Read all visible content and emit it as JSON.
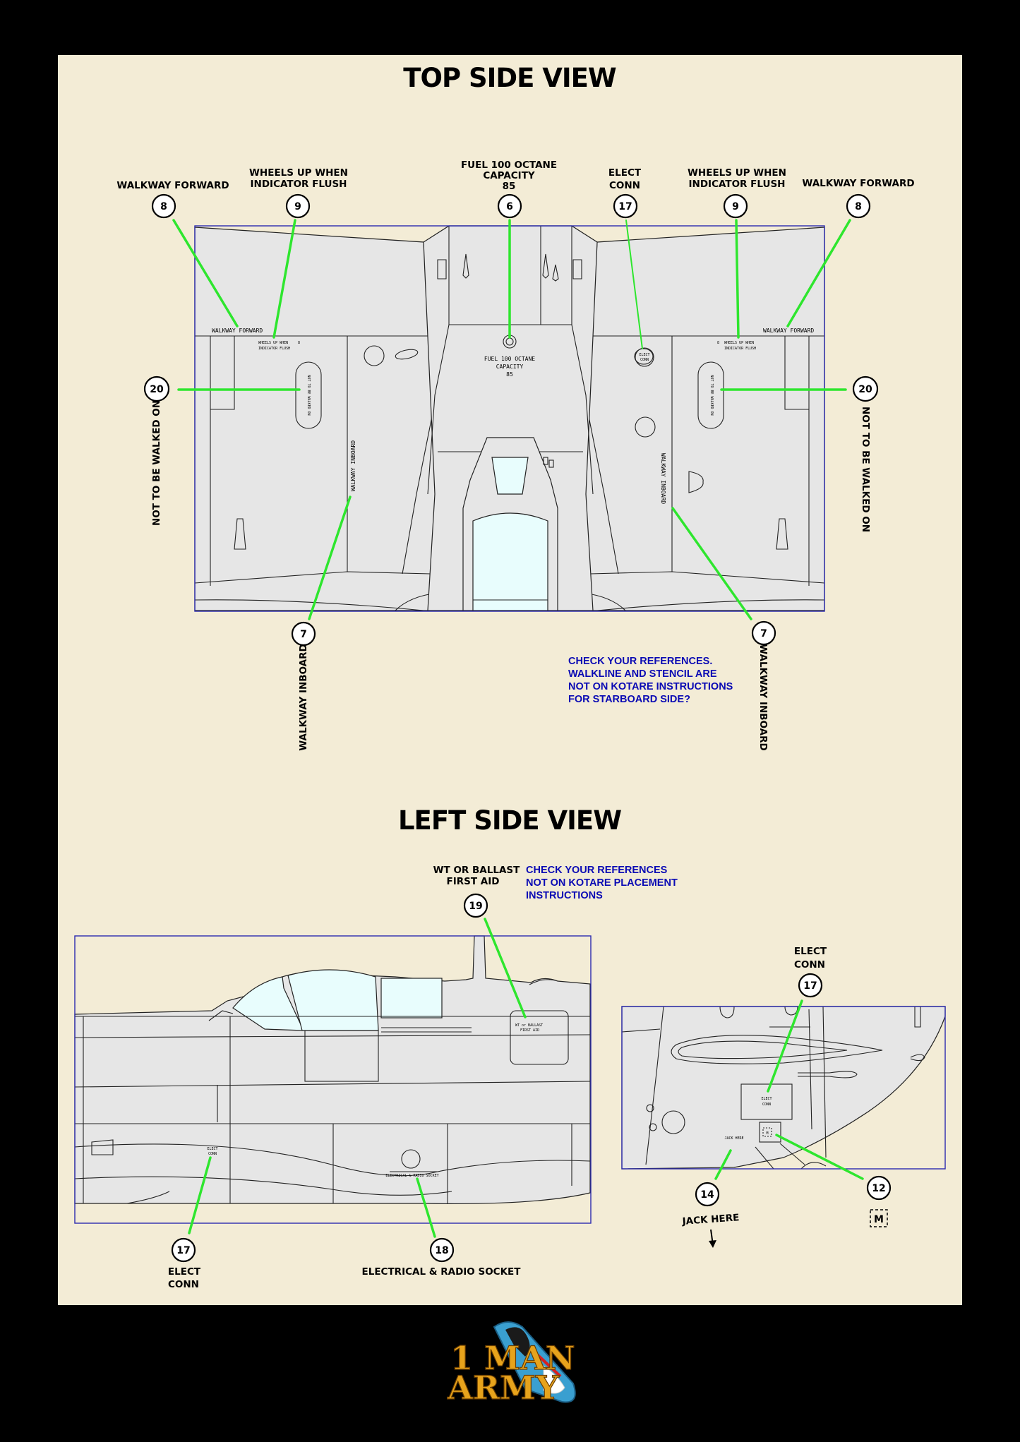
{
  "titles": {
    "top_view": "TOP SIDE VIEW",
    "left_view": "LEFT SIDE VIEW"
  },
  "callouts": {
    "walkway_forward": "WALKWAY FORWARD",
    "wheels_up_1": "WHEELS UP WHEN",
    "wheels_up_2": "INDICATOR FLUSH",
    "fuel_1": "FUEL 100 OCTANE",
    "fuel_2": "CAPACITY",
    "fuel_3": "85",
    "elect_1": "ELECT",
    "elect_2": "CONN",
    "not_walked": "NOT TO BE WALKED ON",
    "walkway_inboard": "WALKWAY INBOARD",
    "wt_ballast_1": "WT OR BALLAST",
    "wt_ballast_2": "FIRST AID",
    "electrical_radio": "ELECTRICAL & RADIO SOCKET",
    "jack_here": "JACK HERE",
    "m_mark": "M"
  },
  "numbers": {
    "n8": "8",
    "n9": "9",
    "n6": "6",
    "n17": "17",
    "n20": "20",
    "n7": "7",
    "n19": "19",
    "n18": "18",
    "n14": "14",
    "n12": "12"
  },
  "stencils": {
    "walkway_forward": "WALKWAY FORWARD",
    "wheels_up_1": "WHEELS UP WHEN",
    "wheels_up_2": "INDICATOR FLUSH",
    "fuel_1": "FUEL 100 OCTANE",
    "fuel_2": "CAPACITY",
    "fuel_3": "85",
    "not_walked": "NOT TO BE WALKED ON",
    "walkway_inboard": "WALKWAY INBOARD",
    "elect_1": "ELECT",
    "elect_2": "CONN",
    "wt_ballast_1": "WT or BALLAST",
    "wt_ballast_2": "FIRST AID",
    "electrical_radio": "ELECTRICAL & RADIO SOCKET",
    "jack_here": "JACK HERE",
    "m_mark": "M",
    "small_8": "8"
  },
  "notes": {
    "top_1": "CHECK YOUR REFERENCES.",
    "top_2": "WALKLINE AND STENCIL ARE",
    "top_3": "NOT ON KOTARE INSTRUCTIONS",
    "top_4": "FOR STARBOARD SIDE?",
    "left_1": "CHECK YOUR REFERENCES",
    "left_2": "NOT ON KOTARE PLACEMENT",
    "left_3": "INSTRUCTIONS"
  },
  "logo": {
    "line1": "1 MAN",
    "line2": "ARMY"
  },
  "colors": {
    "background": "#000000",
    "paper": "#f3ecd6",
    "leader": "#2ee62e",
    "frame": "#2b2bb0",
    "note": "#0a0ab4",
    "panel": "#e6e6e6",
    "glass": "#e8fdfd"
  }
}
